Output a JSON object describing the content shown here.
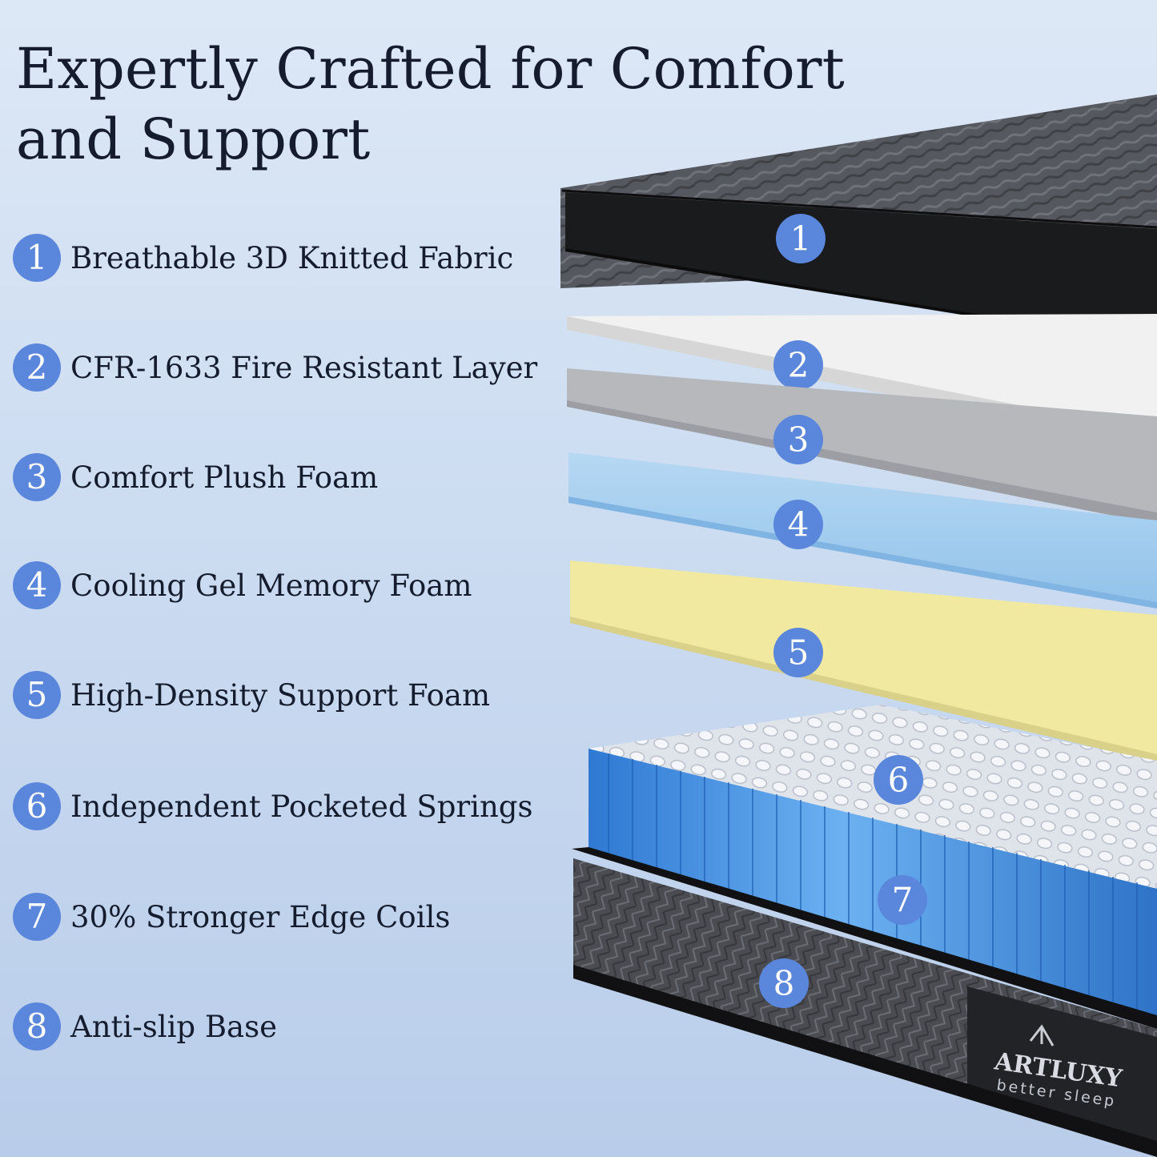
{
  "headline": {
    "line1": "Expertly Crafted for Comfort",
    "line2": "and Support"
  },
  "layers": [
    {
      "number": "1",
      "label": "Breathable 3D Knitted Fabric"
    },
    {
      "number": "2",
      "label": "CFR-1633 Fire Resistant Layer"
    },
    {
      "number": "3",
      "label": "Comfort Plush Foam"
    },
    {
      "number": "4",
      "label": "Cooling Gel Memory Foam"
    },
    {
      "number": "5",
      "label": "High-Density Support Foam"
    },
    {
      "number": "6",
      "label": "Independent Pocketed Springs"
    },
    {
      "number": "7",
      "label": "30% Stronger Edge Coils"
    },
    {
      "number": "8",
      "label": "Anti-slip Base"
    }
  ],
  "brand": {
    "name": "ARTLUXY",
    "tagline": "better sleep"
  },
  "colors": {
    "badge": "#5a86dc",
    "text": "#141c2e",
    "fabric_top": "#55585e",
    "fire_layer": "#f4f4f4",
    "plush_foam": "#b4b6ba",
    "gel_foam": "#a3cdef",
    "support_foam": "#f2eaa0",
    "springs": "#4d92e0",
    "base": "#2a2b2e"
  }
}
